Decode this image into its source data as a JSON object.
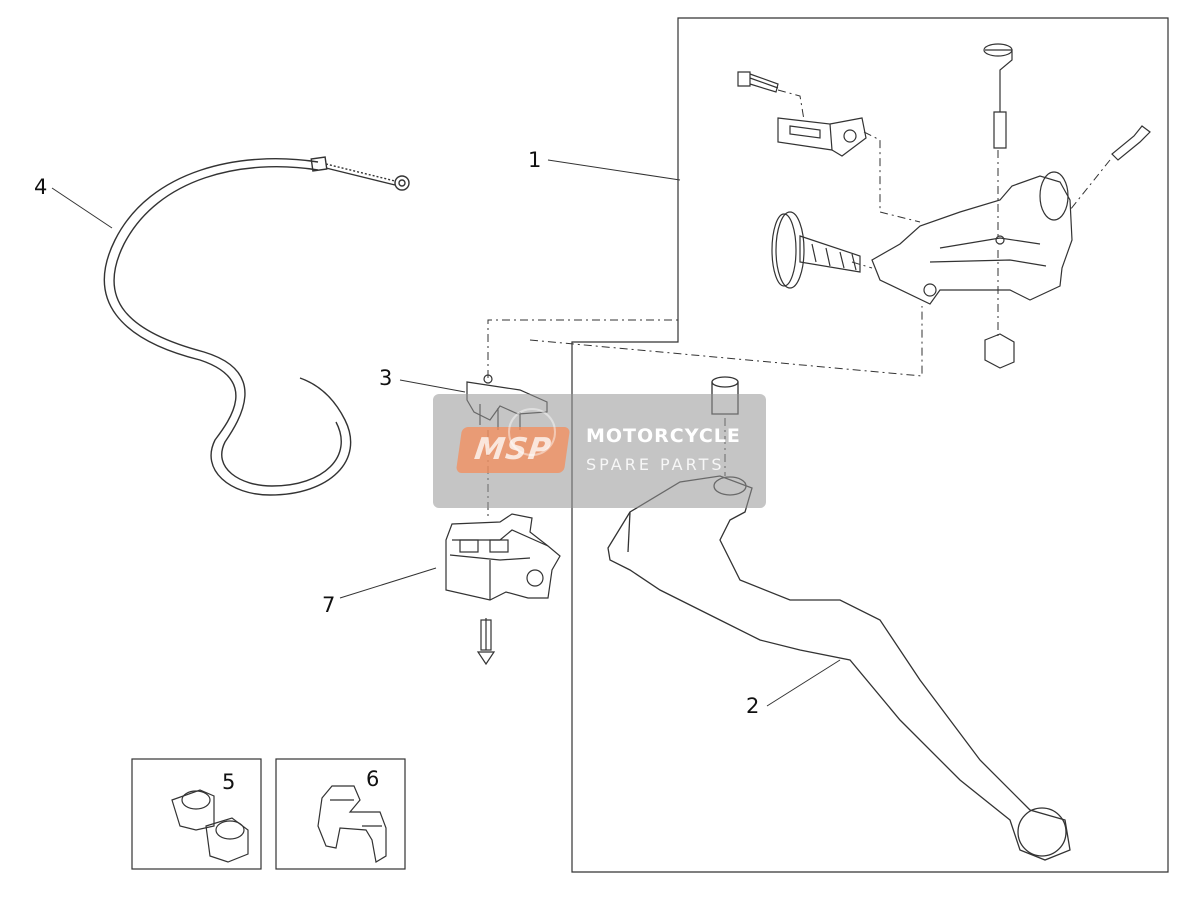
{
  "diagram": {
    "callouts": [
      {
        "id": "1",
        "label": "1"
      },
      {
        "id": "2",
        "label": "2"
      },
      {
        "id": "3",
        "label": "3"
      },
      {
        "id": "4",
        "label": "4"
      },
      {
        "id": "5",
        "label": "5"
      },
      {
        "id": "6",
        "label": "6"
      },
      {
        "id": "7",
        "label": "7"
      }
    ]
  },
  "watermark": {
    "logo_text": "MSP",
    "title": "MOTORCYCLE",
    "subtitle": "SPARE PARTS"
  },
  "colors": {
    "line": "#333333",
    "watermark_bg": "#969696",
    "watermark_logo": "#f48c5a"
  }
}
